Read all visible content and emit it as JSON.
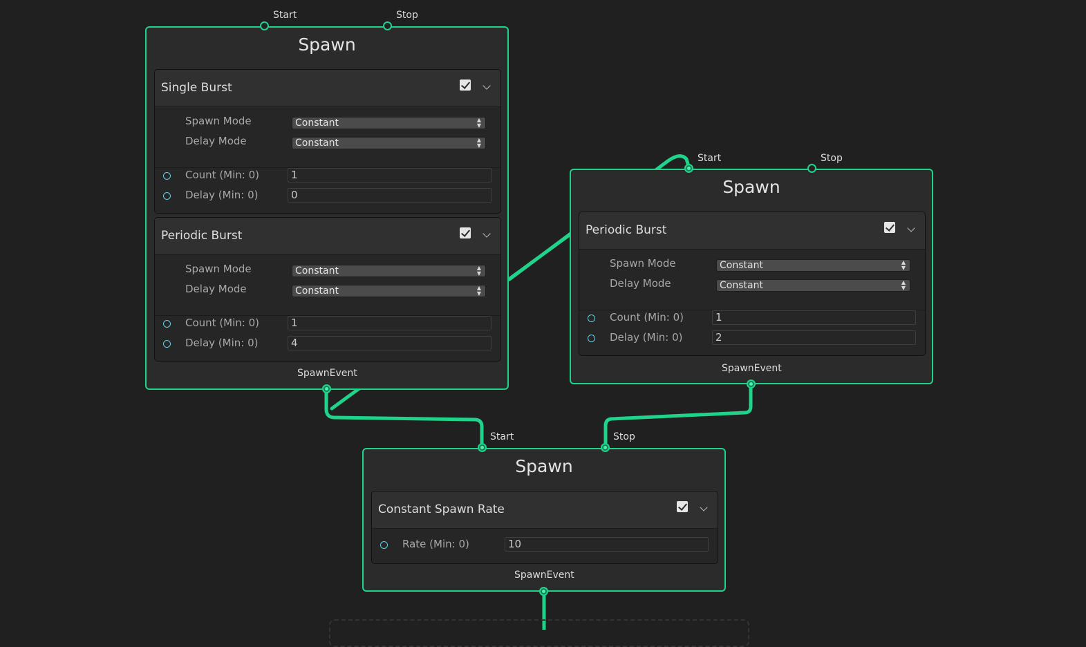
{
  "colors": {
    "background": "#202020",
    "accent": "#1fd38a",
    "node": "#2b2b2b",
    "data_port": "#66cfe6"
  },
  "icons": {
    "checkbox": "checkbox-checked-icon",
    "collapse": "chevron-down-icon",
    "select_arrows": "up-down-arrows-icon",
    "port": "circle-port-icon"
  },
  "nodes": {
    "spawn1": {
      "title": "Spawn",
      "start_label": "Start",
      "stop_label": "Stop",
      "event_label": "SpawnEvent",
      "blocks": [
        {
          "title": "Single Burst",
          "enabled": true,
          "spawn_mode_label": "Spawn Mode",
          "spawn_mode_value": "Constant",
          "delay_mode_label": "Delay Mode",
          "delay_mode_value": "Constant",
          "count_label": "Count (Min: 0)",
          "count_value": "1",
          "delay_label": "Delay (Min: 0)",
          "delay_value": "0"
        },
        {
          "title": "Periodic Burst",
          "enabled": true,
          "spawn_mode_label": "Spawn Mode",
          "spawn_mode_value": "Constant",
          "delay_mode_label": "Delay Mode",
          "delay_mode_value": "Constant",
          "count_label": "Count (Min: 0)",
          "count_value": "1",
          "delay_label": "Delay (Min: 0)",
          "delay_value": "4"
        }
      ]
    },
    "spawn2": {
      "title": "Spawn",
      "start_label": "Start",
      "stop_label": "Stop",
      "event_label": "SpawnEvent",
      "blocks": [
        {
          "title": "Periodic Burst",
          "enabled": true,
          "spawn_mode_label": "Spawn Mode",
          "spawn_mode_value": "Constant",
          "delay_mode_label": "Delay Mode",
          "delay_mode_value": "Constant",
          "count_label": "Count (Min: 0)",
          "count_value": "1",
          "delay_label": "Delay (Min: 0)",
          "delay_value": "2"
        }
      ]
    },
    "spawn3": {
      "title": "Spawn",
      "start_label": "Start",
      "stop_label": "Stop",
      "event_label": "SpawnEvent",
      "blocks": [
        {
          "title": "Constant Spawn Rate",
          "enabled": true,
          "rate_label": "Rate (Min: 0)",
          "rate_value": "10"
        }
      ]
    }
  }
}
